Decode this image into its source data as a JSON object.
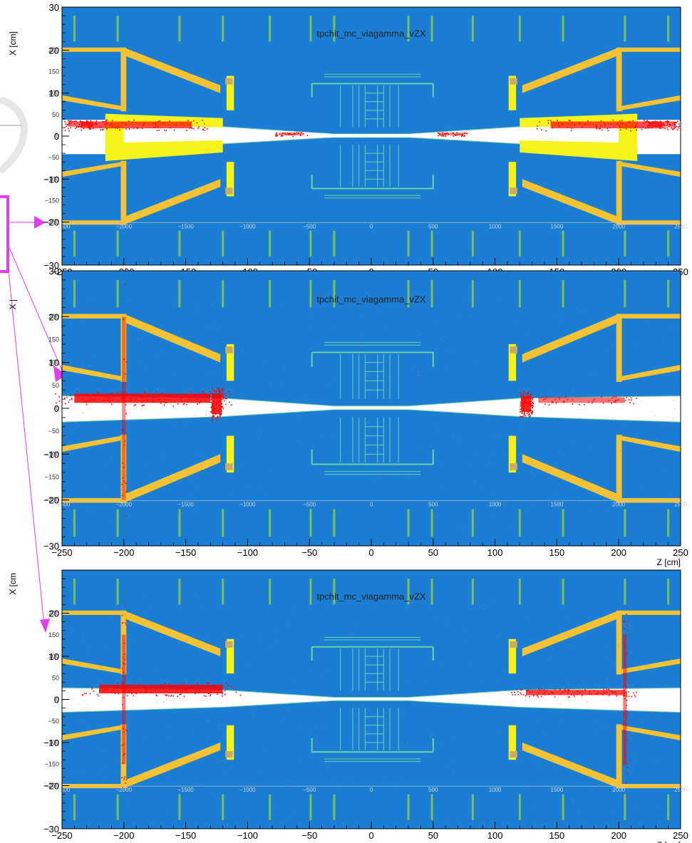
{
  "chart_data": [
    {
      "type": "scatter",
      "title": "tpchit_mc_viagamma_vZX",
      "xlabel": "Z [cm]",
      "ylabel": "X [cm]",
      "xlim": [
        -250,
        250
      ],
      "ylim": [
        -30,
        30
      ],
      "x_ticks": [
        "−250",
        "−200",
        "−150",
        "−100",
        "−50",
        "0",
        "50",
        "100",
        "150",
        "200",
        "250"
      ],
      "y_ticks": [
        "−30",
        "−20",
        "−10",
        "0",
        "10",
        "20",
        "30"
      ],
      "overlay_x_ticks": [
        "−2500",
        "−2000",
        "−1500",
        "−1000",
        "−500",
        "0",
        "500",
        "1000",
        "1500",
        "2000",
        "2500"
      ],
      "overlay_y_ticks": [
        "−200",
        "−150",
        "−100",
        "−50",
        "0",
        "50",
        "100",
        "150",
        "200"
      ],
      "hits": [
        {
          "z": -190,
          "x": 2.6,
          "w": 90,
          "h": 1.6,
          "level": 0.7
        },
        {
          "z": -235,
          "x": 2.8,
          "w": 20,
          "h": 1.2,
          "level": 0.5
        },
        {
          "z": 190,
          "x": 2.6,
          "w": 90,
          "h": 1.6,
          "level": 0.7
        },
        {
          "z": 235,
          "x": 2.8,
          "w": 22,
          "h": 1.2,
          "level": 0.5
        },
        {
          "z": -65,
          "x": 0.5,
          "w": 20,
          "h": 0.6,
          "level": 0.3
        },
        {
          "z": 65,
          "x": 0.5,
          "w": 20,
          "h": 0.6,
          "level": 0.3
        }
      ]
    },
    {
      "type": "scatter",
      "title": "tpchit_mc_viagamma_vZX",
      "xlabel": "Z [cm]",
      "ylabel": "X |",
      "xlim": [
        -250,
        250
      ],
      "ylim": [
        -30,
        30
      ],
      "x_ticks": [
        "−250",
        "−200",
        "−150",
        "−100",
        "−50",
        "0",
        "50",
        "100",
        "150",
        "200",
        "250"
      ],
      "y_ticks": [
        "−30",
        "−20",
        "−10",
        "0",
        "10",
        "20",
        "30"
      ],
      "overlay_x_ticks": [
        "−2500",
        "−2000",
        "−1500",
        "−1000",
        "−500",
        "0",
        "500",
        "1000",
        "1500",
        "2000",
        "2500"
      ],
      "overlay_y_ticks": [
        "−200",
        "−150",
        "−100",
        "−50",
        "0",
        "50",
        "100",
        "150",
        "200"
      ],
      "hits": [
        {
          "z": -185,
          "x": 2.2,
          "w": 110,
          "h": 2.0,
          "level": 1.0
        },
        {
          "z": -125,
          "x": 1.0,
          "w": 8,
          "h": 4.5,
          "level": 1.0
        },
        {
          "z": 125,
          "x": 1.0,
          "w": 8,
          "h": 3.5,
          "level": 1.0
        },
        {
          "z": 170,
          "x": 1.8,
          "w": 70,
          "h": 1.2,
          "level": 0.4
        },
        {
          "z": -200,
          "x": 0,
          "w": 3,
          "h": 40,
          "level": 0.2
        }
      ]
    },
    {
      "type": "scatter",
      "title": "tpchit_mc_viagamma_vZX",
      "xlabel": "Z [cm]",
      "ylabel": "X [cm",
      "xlim": [
        -250,
        250
      ],
      "ylim": [
        -30,
        30
      ],
      "x_ticks": [
        "−250",
        "−200",
        "−150",
        "−100",
        "−50",
        "0",
        "50",
        "100",
        "150",
        "200",
        "250"
      ],
      "y_ticks": [
        "−30",
        "−20",
        "−10",
        "0",
        "10",
        "20"
      ],
      "overlay_x_ticks": [
        "−2500",
        "−2000",
        "−1500",
        "−1000",
        "−500",
        "0",
        "500",
        "1000",
        "1500",
        "2000",
        "2500"
      ],
      "overlay_y_ticks": [
        "−200",
        "−150",
        "−100",
        "−50",
        "0",
        "50",
        "100",
        "150",
        "200"
      ],
      "hits": [
        {
          "z": -170,
          "x": 2.4,
          "w": 100,
          "h": 2.0,
          "level": 1.0
        },
        {
          "z": 165,
          "x": 1.6,
          "w": 80,
          "h": 1.2,
          "level": 0.8
        },
        {
          "z": -200,
          "x": 0,
          "w": 3,
          "h": 30,
          "level": 0.3
        },
        {
          "z": 205,
          "x": 0,
          "w": 3,
          "h": 30,
          "level": 0.3
        }
      ]
    }
  ],
  "colors": {
    "background": "#1a7fd4",
    "structure_yellow": "#f4c232",
    "bright_yellow": "#f5f21c",
    "green_bar": "#7cbf5a",
    "teal_line": "#6fd0a0",
    "tan": "#c8ac66",
    "hits": "#ff0000",
    "annotation": "#e040ef"
  }
}
